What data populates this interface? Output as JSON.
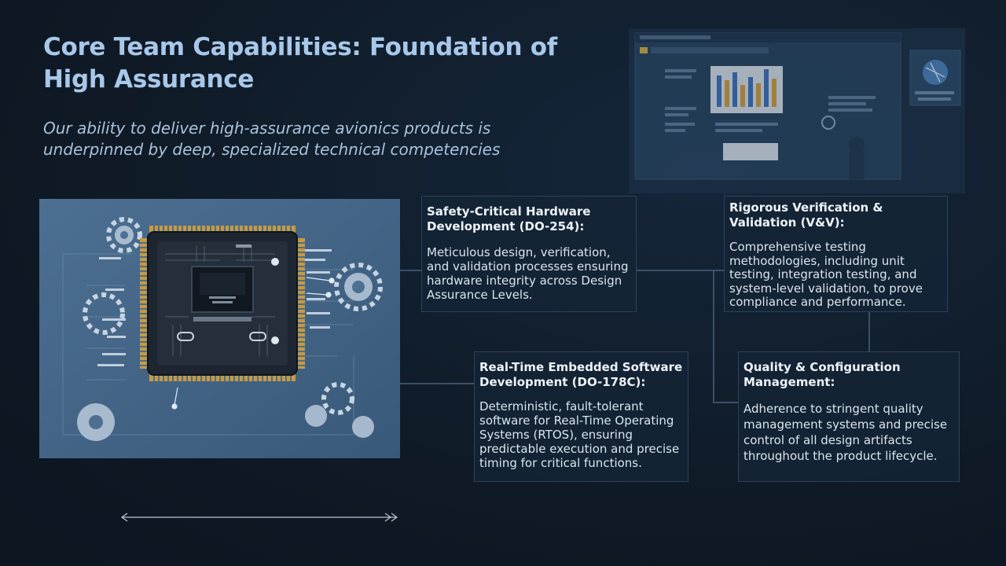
{
  "slide": {
    "title": "Core Team Capabilities: Foundation of High Assurance",
    "subtitle": "Our ability to deliver high-assurance avionics products is underpinned by deep, specialized technical competencies"
  },
  "capabilities": [
    {
      "title": "Safety-Critical Hardware Development (DO-254):",
      "body": "Meticulous design, verification, and validation processes ensuring hardware integrity across Design Assurance Levels."
    },
    {
      "title": "Rigorous Verification & Validation (V&V):",
      "body": "Comprehensive testing methodologies, including unit testing, integration testing, and system-level validation, to prove compliance and performance."
    },
    {
      "title": "Real-Time Embedded Software Development (DO-178C):",
      "body": "Deterministic, fault-tolerant software for Real-Time Operating Systems (RTOS), ensuring predictable execution and precise timing for critical functions."
    },
    {
      "title": "Quality & Configuration Management:",
      "body": "Adherence to stringent quality management systems and precise control of all design artifacts throughout the product lifecycle."
    }
  ],
  "colors": {
    "background": "#0f1a26",
    "title": "#a8c8ea",
    "subtitle": "#a9c2dc",
    "card_border": "#2c4258",
    "connector": "#4a6078"
  },
  "icons": {
    "hero": "microchip-blueprint-illustration",
    "screenshot": "dashboard-screenshot-illustration",
    "timeline": "double-arrow-icon"
  }
}
